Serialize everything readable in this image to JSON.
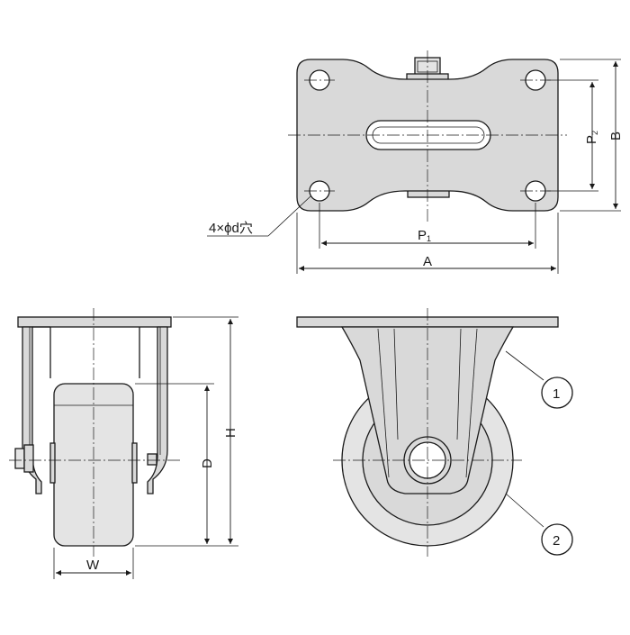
{
  "labels": {
    "hole_note": "4×ϕd穴",
    "dim_A": "A",
    "dim_B": "B",
    "dim_P1": "P",
    "dim_P1_sub": "1",
    "dim_P2": "P",
    "dim_P2_sub": "2",
    "dim_H": "H",
    "dim_D": "D",
    "dim_W": "W",
    "callout_1": "1",
    "callout_2": "2"
  }
}
